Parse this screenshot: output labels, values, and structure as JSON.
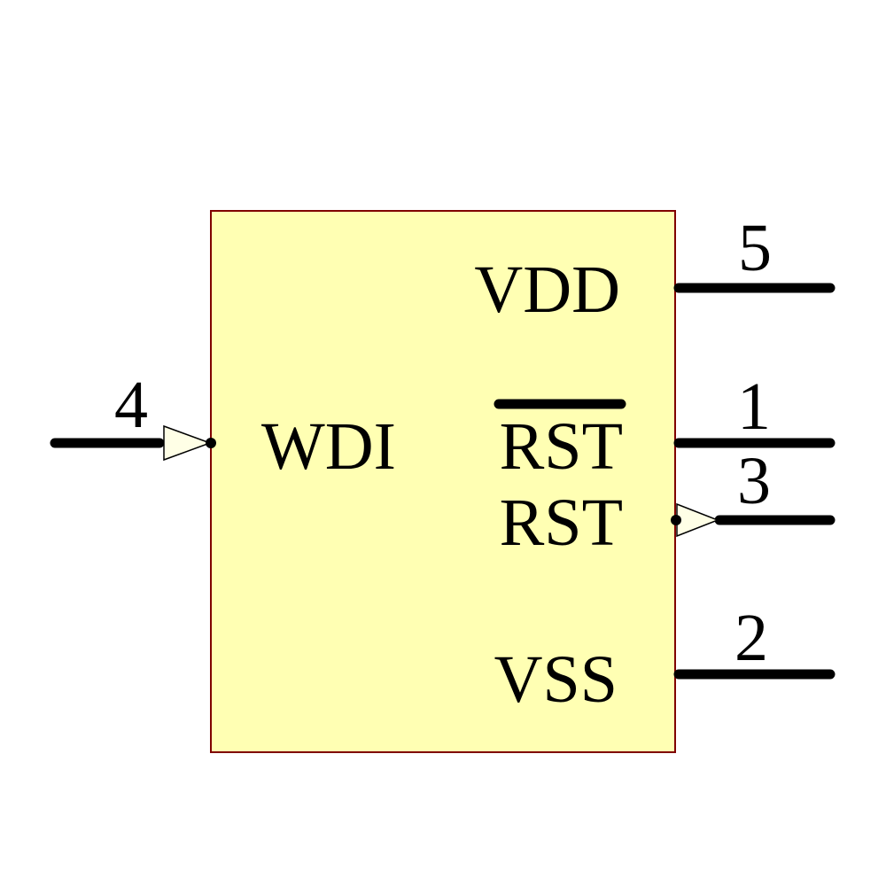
{
  "colors": {
    "background": "#FFFFFF",
    "body_fill": "#FFFFB3",
    "body_border": "#800000",
    "pin_and_text": "#000000",
    "arrow_fill": "#FFFFE6"
  },
  "pins": {
    "wdi": {
      "name": "WDI",
      "number": "4"
    },
    "vdd": {
      "name": "VDD",
      "number": "5"
    },
    "rst_n": {
      "name": "RST",
      "number": "1",
      "active_low": true
    },
    "rst": {
      "name": "RST",
      "number": "3"
    },
    "vss": {
      "name": "VSS",
      "number": "2"
    }
  }
}
